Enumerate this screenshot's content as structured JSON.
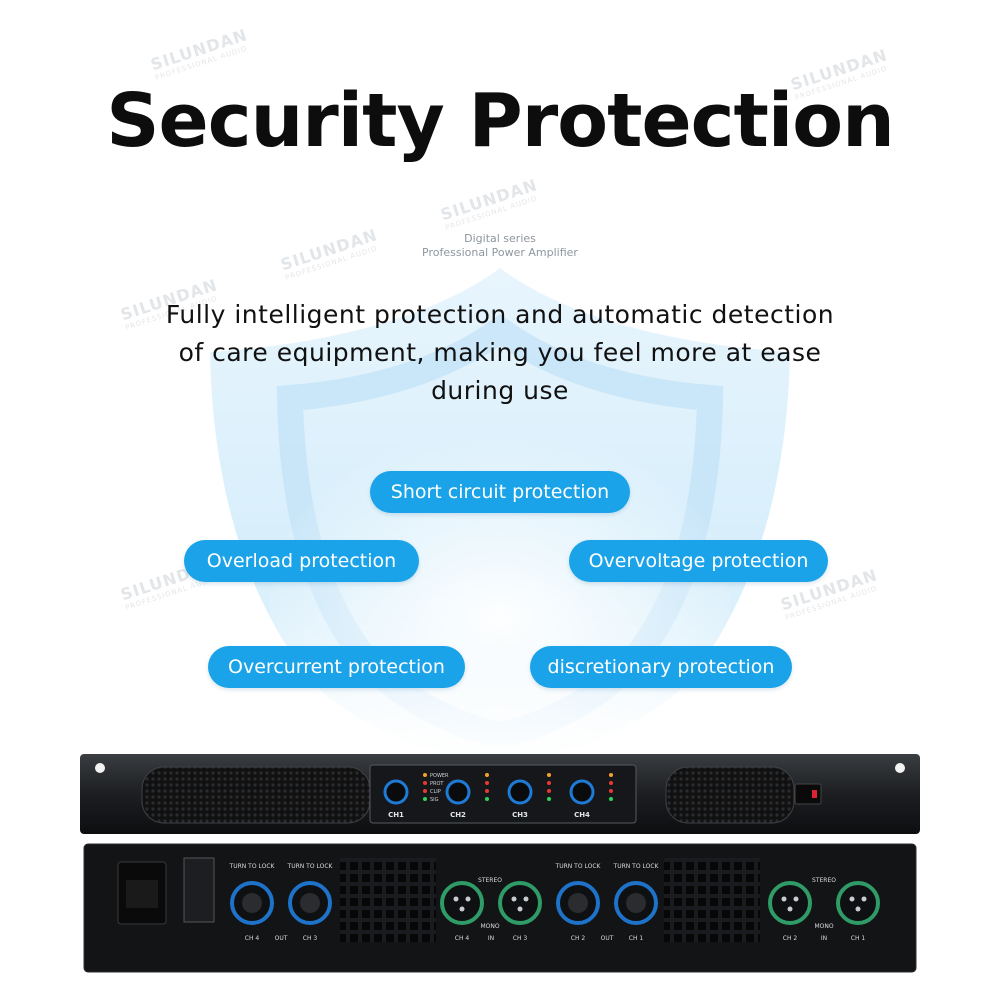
{
  "title": "Security Protection",
  "subtitle": {
    "line1": "Digital series",
    "line2": "Professional Power Amplifier"
  },
  "description": "Fully intelligent protection and automatic detection of care equipment, making you feel more at ease during use",
  "protections": [
    "Short circuit protection",
    "Overload protection",
    "Overvoltage protection",
    "Overcurrent protection",
    "discretionary protection"
  ],
  "watermark": {
    "brand": "SILUNDAN",
    "sub": "PROFESSIONAL AUDIO"
  },
  "amplifier": {
    "front_channels": [
      "CH1",
      "CH2",
      "CH3",
      "CH4"
    ],
    "indicator_labels": [
      "POWER",
      "PROT",
      "CLIP",
      "SIG"
    ],
    "rear_labels": [
      "TURN TO LOCK",
      "CH 4",
      "OUT",
      "CH 3",
      "IN",
      "STEREO",
      "MONO",
      "CH 2",
      "CH 1"
    ]
  },
  "colors": {
    "pill": "#1aa3e8",
    "shield": "#cfe9f9",
    "title": "#0d0d0d"
  }
}
